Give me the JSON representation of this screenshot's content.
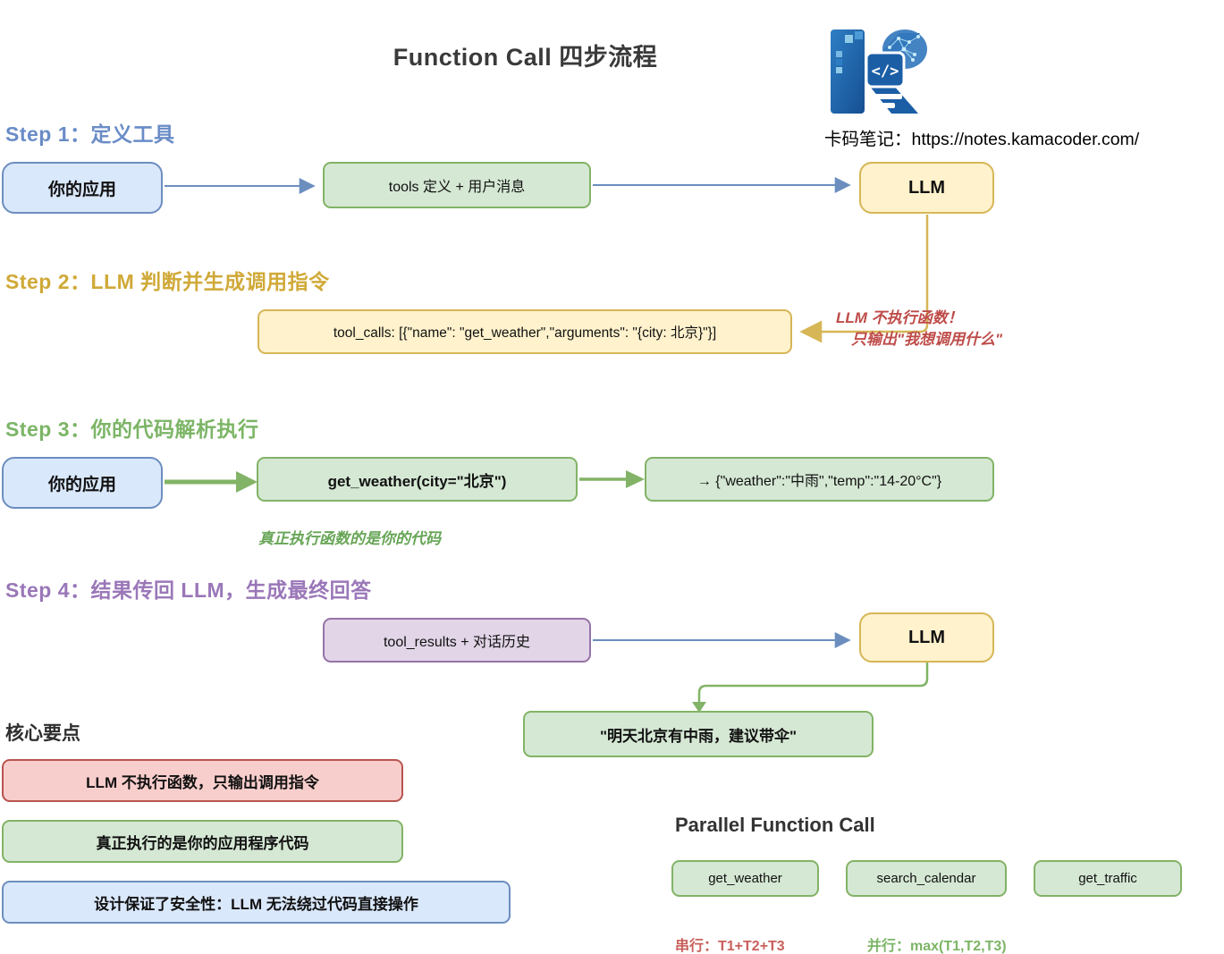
{
  "title": "Function Call 四步流程",
  "brand": {
    "logo": "kamacoder-logo",
    "logo_code_glyph": "</>",
    "caption": "卡码笔记：https://notes.kamacoder.com/"
  },
  "colors": {
    "blue_fill": "#DAE8FC",
    "blue_stroke": "#6C8EBF",
    "green_fill": "#D5E8D4",
    "green_stroke": "#82B366",
    "yellow_fill": "#FFF2CC",
    "yellow_stroke": "#D6B656",
    "red_fill": "#F8CECC",
    "red_stroke": "#B85450",
    "purple_fill": "#E1D5E7",
    "purple_stroke": "#9673A6",
    "step1_heading": "#6A8CC7",
    "step2_heading": "#D0A938",
    "step3_heading": "#7CB566",
    "step4_heading": "#9A77B8",
    "warning_red_text": "#BE4B48",
    "note_green_text": "#67A556",
    "serial_label_red": "#C9605B",
    "parallel_label_green": "#7CB566"
  },
  "step1": {
    "heading": "Step 1：定义工具",
    "app_box": "你的应用",
    "tools_box": "tools 定义 + 用户消息",
    "llm_box": "LLM"
  },
  "step2": {
    "heading": "Step 2：LLM 判断并生成调用指令",
    "tool_calls_box": "tool_calls: [{\"name\": \"get_weather\",\"arguments\": \"{city: 北京}\"}]",
    "note_line1": "LLM 不执行函数！",
    "note_line2": "只输出\"我想调用什么\""
  },
  "step3": {
    "heading": "Step 3：你的代码解析执行",
    "app_box": "你的应用",
    "call_box": "get_weather(city=\"北京\")",
    "result_box": "→ {\"weather\":\"中雨\",\"temp\":\"14-20°C\"}",
    "note": "真正执行函数的是你的代码"
  },
  "step4": {
    "heading": "Step 4：结果传回 LLM，生成最终回答",
    "results_box": "tool_results + 对话历史",
    "llm_box": "LLM",
    "answer_box": "\"明天北京有中雨，建议带伞\""
  },
  "key_points": {
    "heading": "核心要点",
    "points": [
      {
        "text": "LLM 不执行函数，只输出调用指令",
        "color": "red"
      },
      {
        "text": "真正执行的是你的应用程序代码",
        "color": "green"
      },
      {
        "text": "设计保证了安全性：LLM 无法绕过代码直接操作",
        "color": "blue"
      }
    ]
  },
  "parallel": {
    "heading": "Parallel Function Call",
    "functions": [
      "get_weather",
      "search_calendar",
      "get_traffic"
    ],
    "serial_label": "串行：T1+T2+T3",
    "parallel_label": "并行：max(T1,T2,T3)"
  }
}
